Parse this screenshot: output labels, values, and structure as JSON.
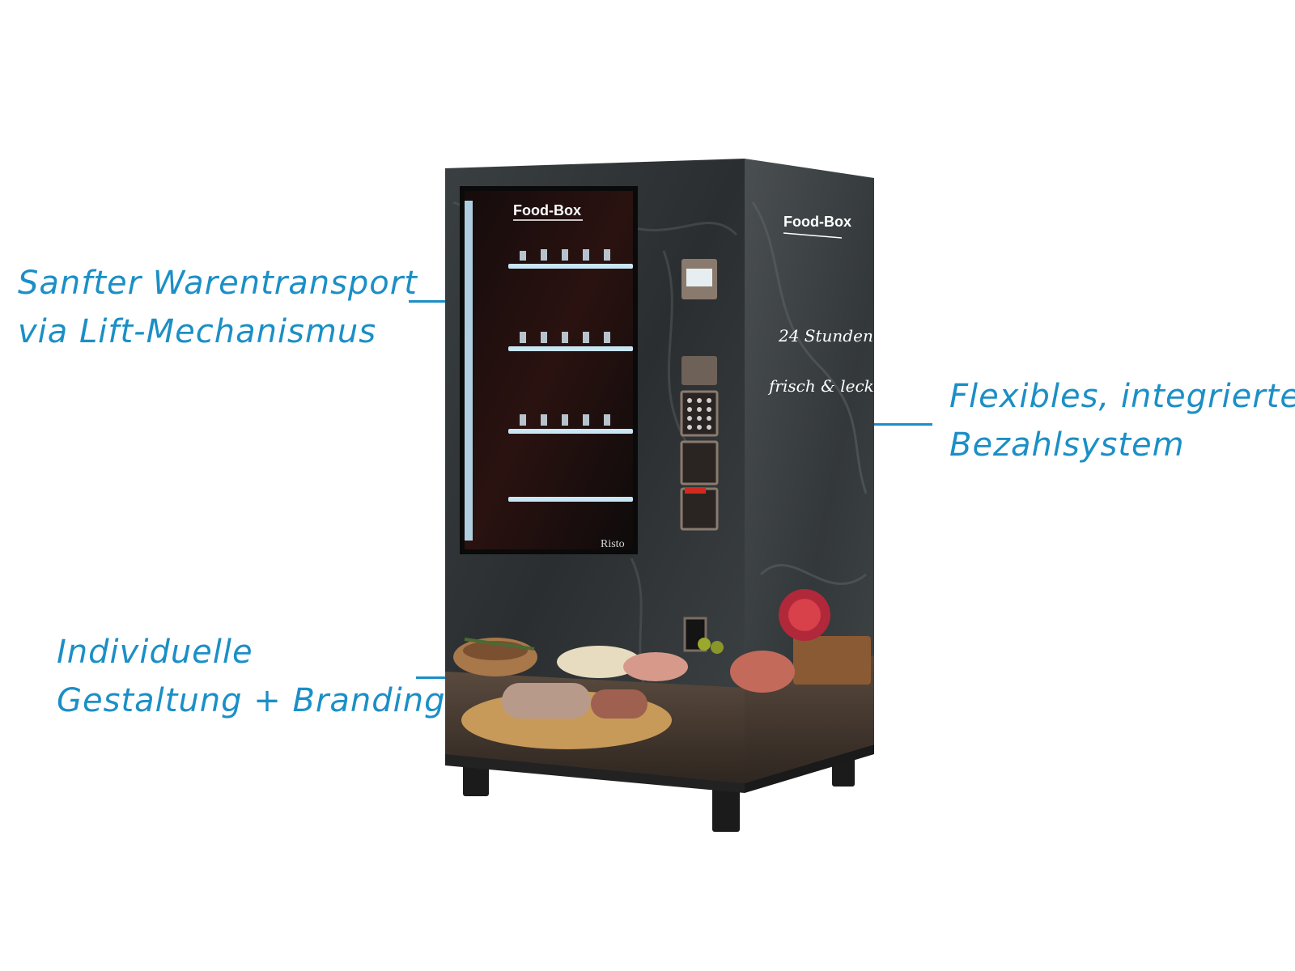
{
  "callouts": {
    "lift": {
      "line1": "Sanfter Warentransport",
      "line2": "via Lift-Mechanismus"
    },
    "payment": {
      "line1": "Flexibles, integriertes",
      "line2": "Bezahlsystem"
    },
    "branding": {
      "line1": "Individuelle",
      "line2": "Gestaltung + Branding"
    }
  },
  "machine": {
    "front_logo": "Food-Box",
    "side_logo": "Food-Box",
    "slogan_line1": "24 Stunden",
    "slogan_line2": "frisch & lecker!",
    "maker_logo": "Risto"
  },
  "colors": {
    "callout_blue": "#1b8fc6",
    "cabinet_dark": "#2e3234",
    "shelf_light": "#c9e6f5"
  }
}
